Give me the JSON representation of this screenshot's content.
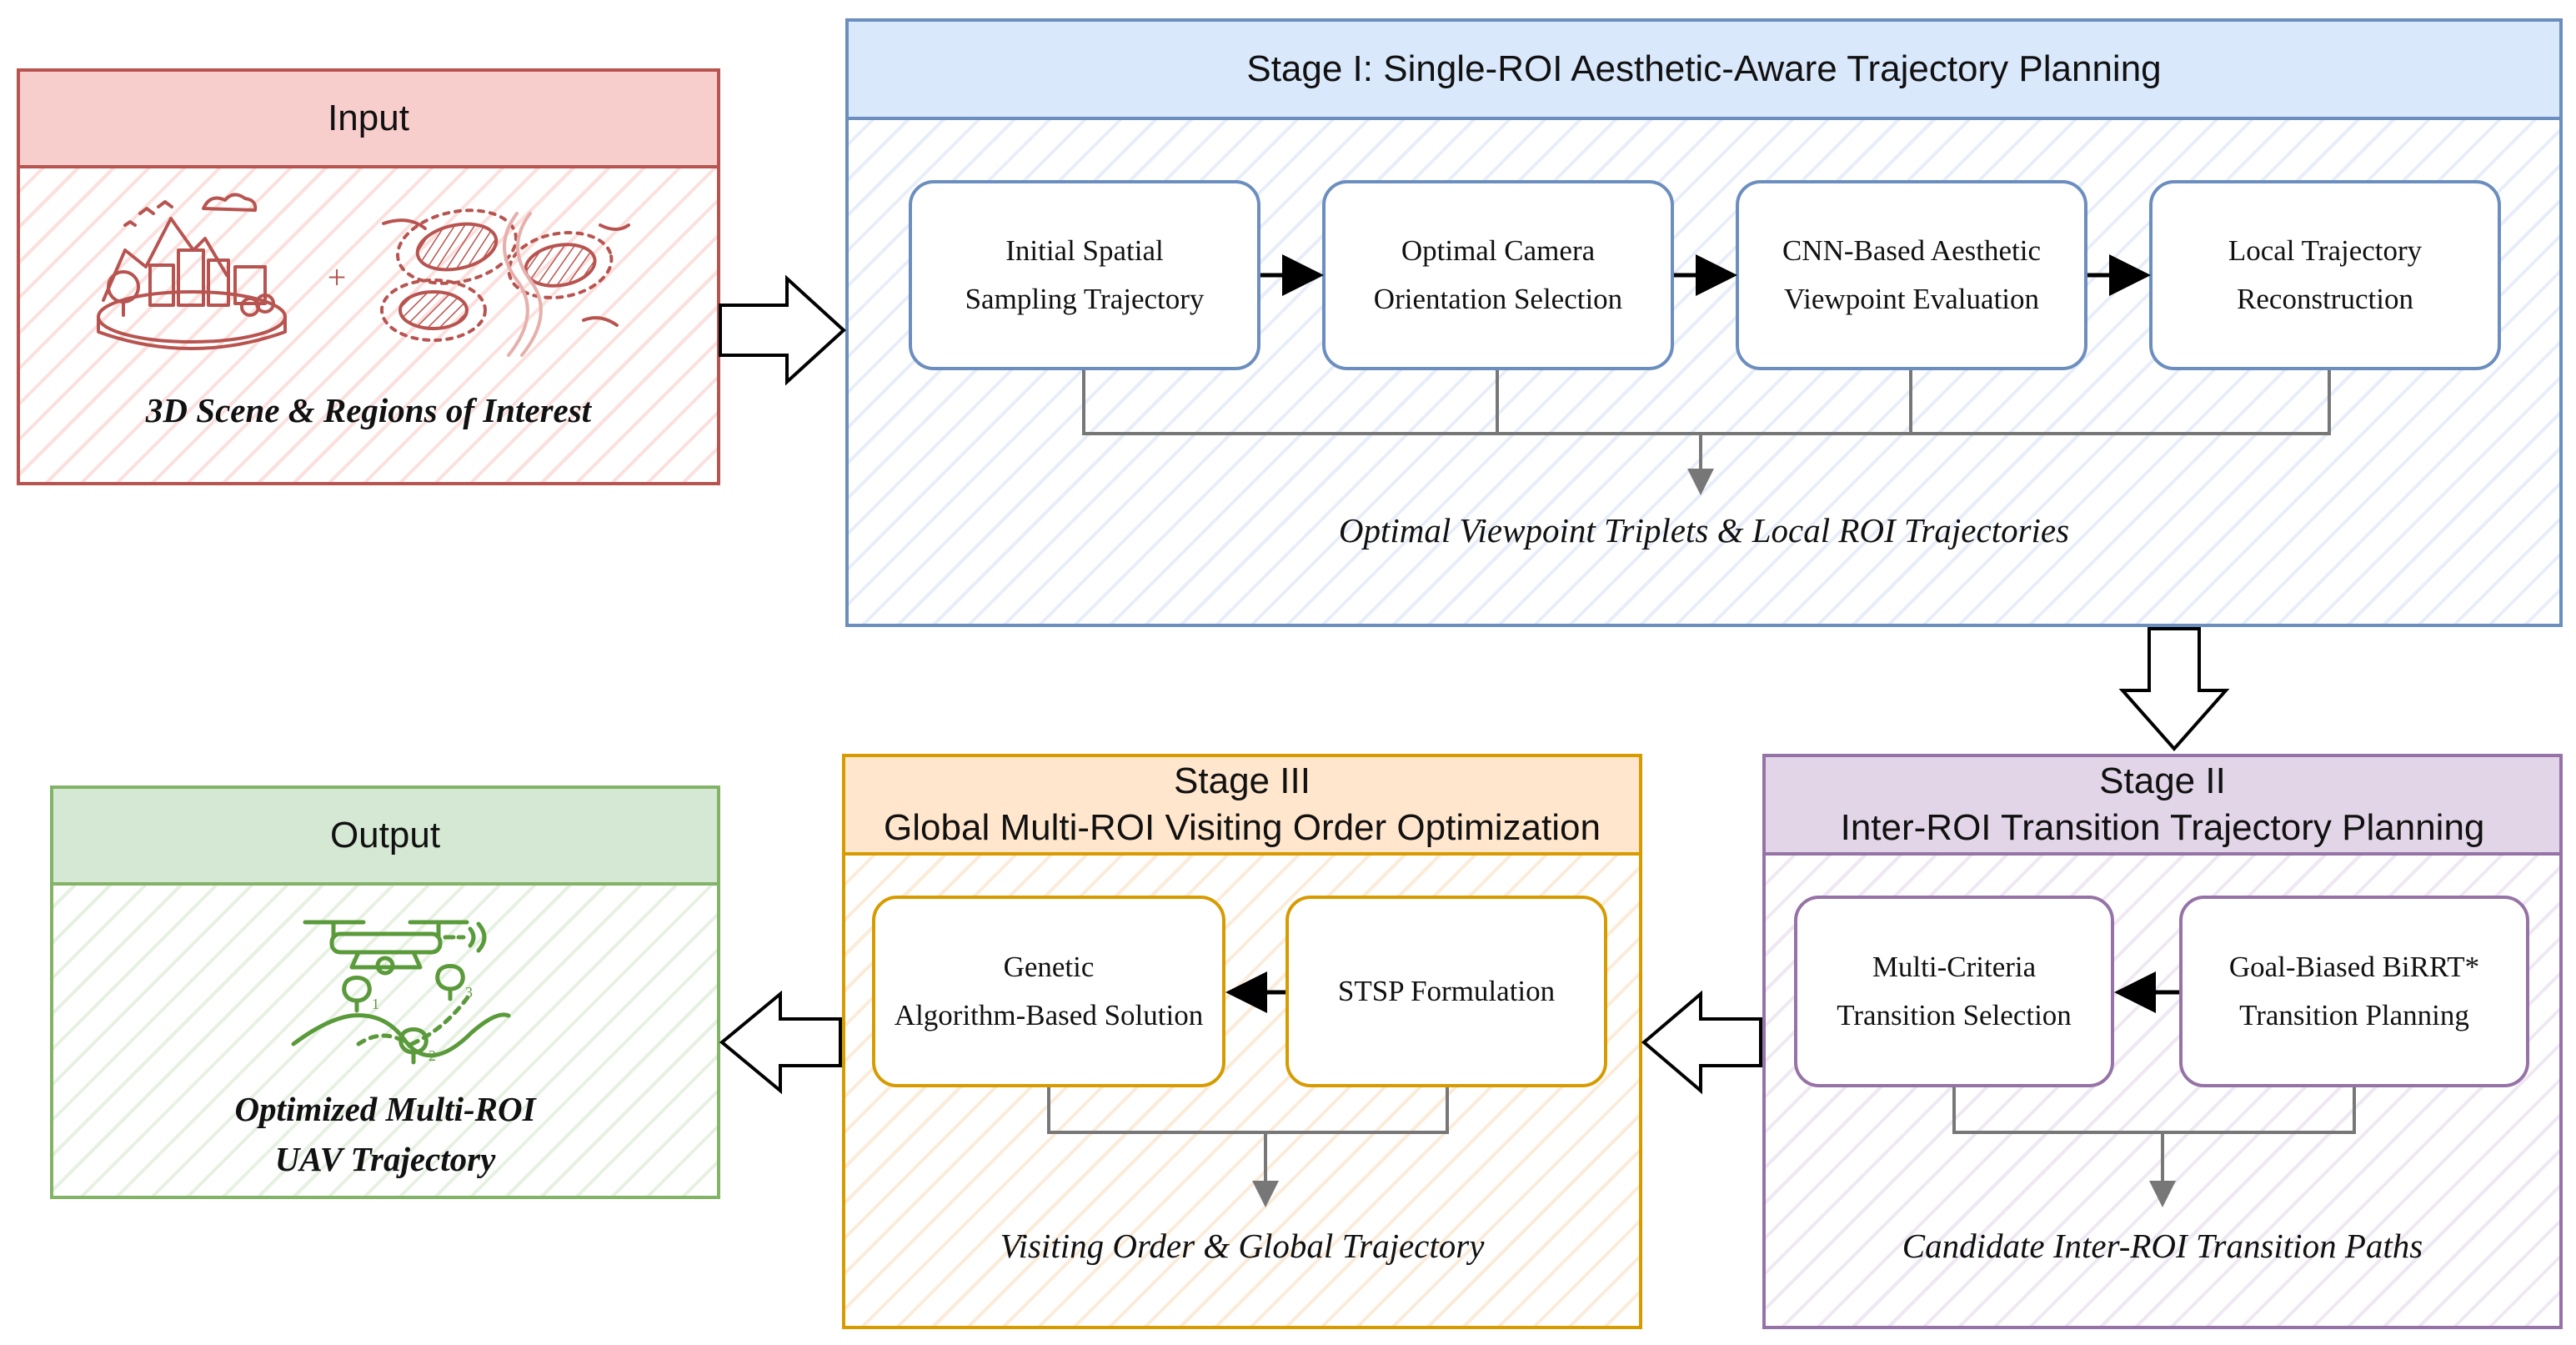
{
  "input": {
    "title": "Input",
    "caption": "3D Scene & Regions of Interest",
    "plus": "+"
  },
  "stage1": {
    "title": "Stage I: Single-ROI Aesthetic-Aware Trajectory Planning",
    "steps": [
      {
        "line1": "Initial Spatial",
        "line2": "Sampling Trajectory"
      },
      {
        "line1": "Optimal Camera",
        "line2": "Orientation Selection"
      },
      {
        "line1": "CNN-Based Aesthetic",
        "line2": "Viewpoint Evaluation"
      },
      {
        "line1": "Local Trajectory",
        "line2": "Reconstruction"
      }
    ],
    "result": "Optimal Viewpoint Triplets & Local ROI Trajectories"
  },
  "stage2": {
    "title_line1": "Stage II",
    "title_line2": "Inter-ROI Transition Trajectory Planning",
    "steps": [
      {
        "line1": "Multi-Criteria",
        "line2": "Transition Selection"
      },
      {
        "line1": "Goal-Biased BiRRT*",
        "line2": "Transition Planning"
      }
    ],
    "result": "Candidate Inter-ROI Transition Paths"
  },
  "stage3": {
    "title_line1": "Stage III",
    "title_line2": "Global Multi-ROI Visiting Order Optimization",
    "steps": [
      {
        "line1": "Genetic",
        "line2": "Algorithm-Based Solution"
      },
      {
        "line1": "STSP Formulation",
        "line2": ""
      }
    ],
    "result": "Visiting Order & Global Trajectory"
  },
  "output": {
    "title": "Output",
    "caption_line1": "Optimized Multi-ROI",
    "caption_line2": "UAV Trajectory",
    "waypoints": [
      "1",
      "2",
      "3"
    ]
  },
  "colors": {
    "input": "#b85450",
    "stage1": "#6c8ebf",
    "stage2": "#9673a6",
    "stage3": "#d79b00",
    "output": "#82b366",
    "connector": "#777777"
  },
  "icons": {
    "scene": "city-scene-icon",
    "roi": "roi-map-icon",
    "drone": "drone-icon"
  }
}
